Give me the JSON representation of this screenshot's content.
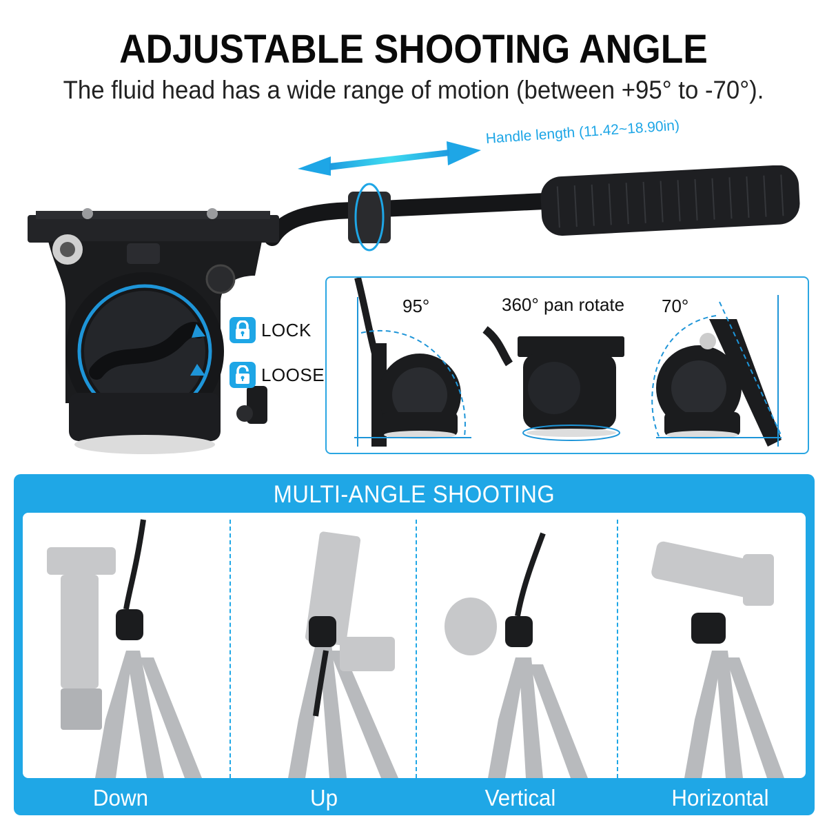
{
  "header": {
    "title": "ADJUSTABLE SHOOTING ANGLE",
    "subtitle": "The fluid head has a wide range of motion (between +95° to -70°)."
  },
  "handle": {
    "label": "Handle length (11.42~18.90in)",
    "arrow_icon": "double-arrow-icon"
  },
  "lock_controls": [
    {
      "icon": "lock-closed-icon",
      "label": "LOCK"
    },
    {
      "icon": "lock-open-icon",
      "label": "LOOSE"
    }
  ],
  "angle_panel": {
    "tilt_up": "95°",
    "pan": "360° pan rotate",
    "tilt_down": "70°"
  },
  "multi_angle": {
    "title": "MULTI-ANGLE SHOOTING",
    "modes": [
      {
        "label": "Down"
      },
      {
        "label": "Up"
      },
      {
        "label": "Vertical"
      },
      {
        "label": "Horizontal"
      }
    ]
  },
  "colors": {
    "accent": "#1fa7e6",
    "text_dark": "#111111",
    "product_black": "#1b1c1e",
    "tripod_gray": "#b5b8bb"
  }
}
